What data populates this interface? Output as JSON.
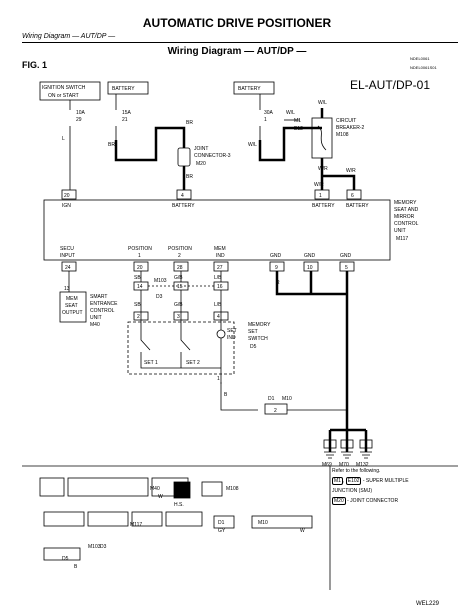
{
  "header": {
    "title": "AUTOMATIC DRIVE POSITIONER",
    "section": "Wiring Diagram — AUT/DP —"
  },
  "diagram_title": "Wiring Diagram — AUT/DP —",
  "figure": "FIG. 1",
  "ref_codes": [
    "NDEL0061",
    "NDEL0061S01"
  ],
  "diagram_code": "EL-AUT/DP-01",
  "power": {
    "ignition_label": [
      "IGNITION SWITCH",
      "ON or START"
    ],
    "battery_label": "BATTERY",
    "fuse_ign": {
      "amp": "10A",
      "num": "29"
    },
    "fuse_bat1": {
      "amp": "15A",
      "num": "21"
    },
    "fuse_bat2": {
      "amp": "30A",
      "num": "1"
    },
    "wire_L": "L",
    "wire_BR": "BR",
    "wire_WL": "W/L",
    "wire_WR": "W/R"
  },
  "joint3": {
    "label": [
      "JOINT",
      "CONNECTOR-3"
    ],
    "code": "M20"
  },
  "breaker": {
    "label": [
      "CIRCUIT",
      "BREAKER-2"
    ],
    "code": "M108"
  },
  "m1_code": "M1",
  "e12_code": "E12",
  "unit": {
    "label": [
      "MEMORY",
      "SEAT AND",
      "MIRROR",
      "CONTROL",
      "UNIT"
    ],
    "code": "M117",
    "top_pins": [
      {
        "num": "20",
        "label": "IGN"
      },
      {
        "num": "4",
        "label": "BATTERY"
      },
      {
        "num": "1",
        "label": "BATTERY"
      },
      {
        "num": "6",
        "label": "BATTERY"
      }
    ],
    "bottom_pins": [
      {
        "num": "24",
        "label": [
          "SECU",
          "INPUT"
        ]
      },
      {
        "num": "20",
        "label": [
          "POSITION",
          "1"
        ]
      },
      {
        "num": "28",
        "label": [
          "POSITION",
          "2"
        ]
      },
      {
        "num": "27",
        "label": [
          "MEM",
          "IND"
        ]
      },
      {
        "num": "9",
        "label": [
          "GND"
        ]
      },
      {
        "num": "10",
        "label": [
          "GND"
        ]
      },
      {
        "num": "5",
        "label": [
          "GND"
        ]
      }
    ]
  },
  "smart": {
    "box": [
      "MEM",
      "SEAT",
      "OUTPUT"
    ],
    "label": [
      "SMART",
      "ENTRANCE",
      "CONTROL",
      "UNIT"
    ],
    "code": "M40",
    "pin": "13"
  },
  "conn_d3": {
    "code_top": "M103",
    "code_bot": "D3",
    "pins": [
      "14",
      "15",
      "16"
    ]
  },
  "switch": {
    "label": [
      "MEMORY",
      "SET",
      "SWITCH"
    ],
    "code": "D5",
    "set1": "SET 1",
    "set2": "SET 2",
    "ind": [
      "SET",
      "IND"
    ],
    "pins": [
      "2",
      "3",
      "4",
      "1"
    ]
  },
  "wire_colors": {
    "sb": "SB",
    "gb": "G/B",
    "lb": "L/B",
    "r": "R",
    "b": "B"
  },
  "ground_conn": {
    "left": "D1",
    "right": "M10",
    "pin": "2"
  },
  "grounds": [
    "M69",
    "M70",
    "M132"
  ],
  "notes": {
    "intro": "Refer to the following.",
    "items": [
      {
        "code": "M1",
        "code2": "E102",
        "text": "- SUPER MULTIPLE"
      },
      {
        "code": "",
        "code2": "",
        "text": "JUNCTION (SMJ)"
      },
      {
        "code": "M20",
        "code2": "",
        "text": "- JOINT CONNECTOR"
      }
    ]
  },
  "connector_tags": {
    "m40": "M40",
    "w": "W",
    "hs": "H.S.",
    "m108": "M108",
    "m117": "M117",
    "d1": "D1",
    "m10": "M10",
    "m103": "M103",
    "d3": "D3",
    "d5": "D5",
    "b": "B",
    "gy": "GY",
    "w2": "W"
  },
  "page_code": "WEL229"
}
